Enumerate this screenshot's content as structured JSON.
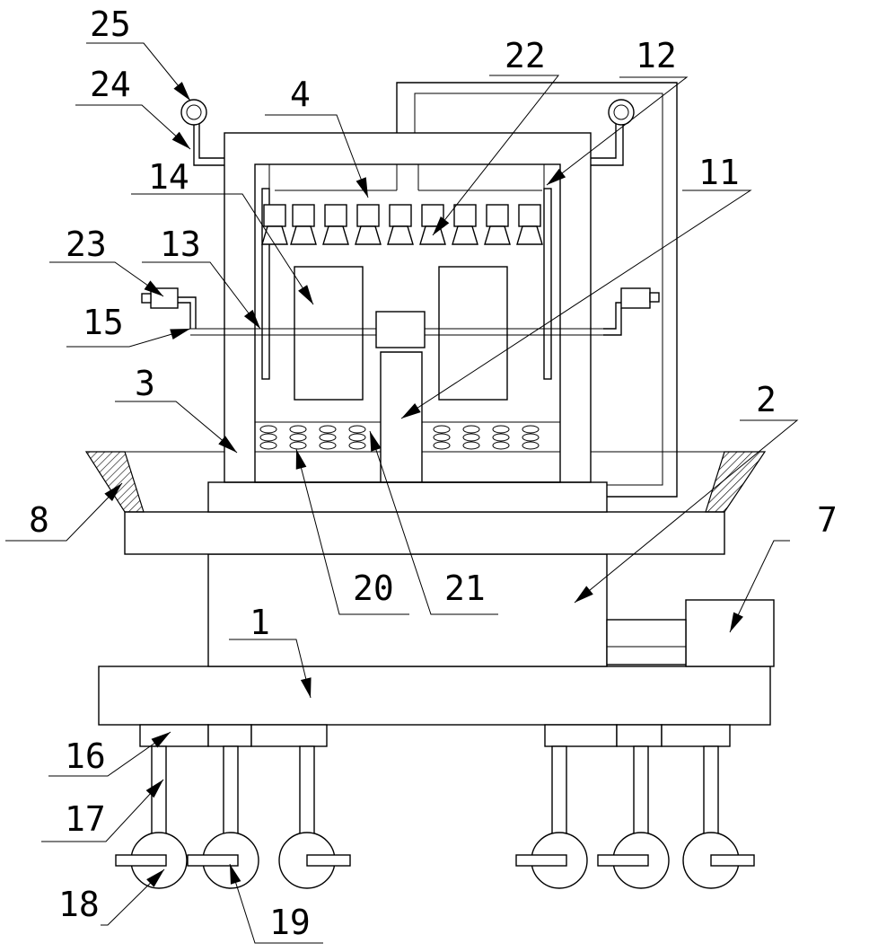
{
  "labels": {
    "l1": "1",
    "l2": "2",
    "l3": "3",
    "l4": "4",
    "l7": "7",
    "l8": "8",
    "l11": "11",
    "l12": "12",
    "l13": "13",
    "l14": "14",
    "l15": "15",
    "l16": "16",
    "l17": "17",
    "l18": "18",
    "l19": "19",
    "l20": "20",
    "l21": "21",
    "l22": "22",
    "l23": "23",
    "l24": "24",
    "l25": "25"
  }
}
